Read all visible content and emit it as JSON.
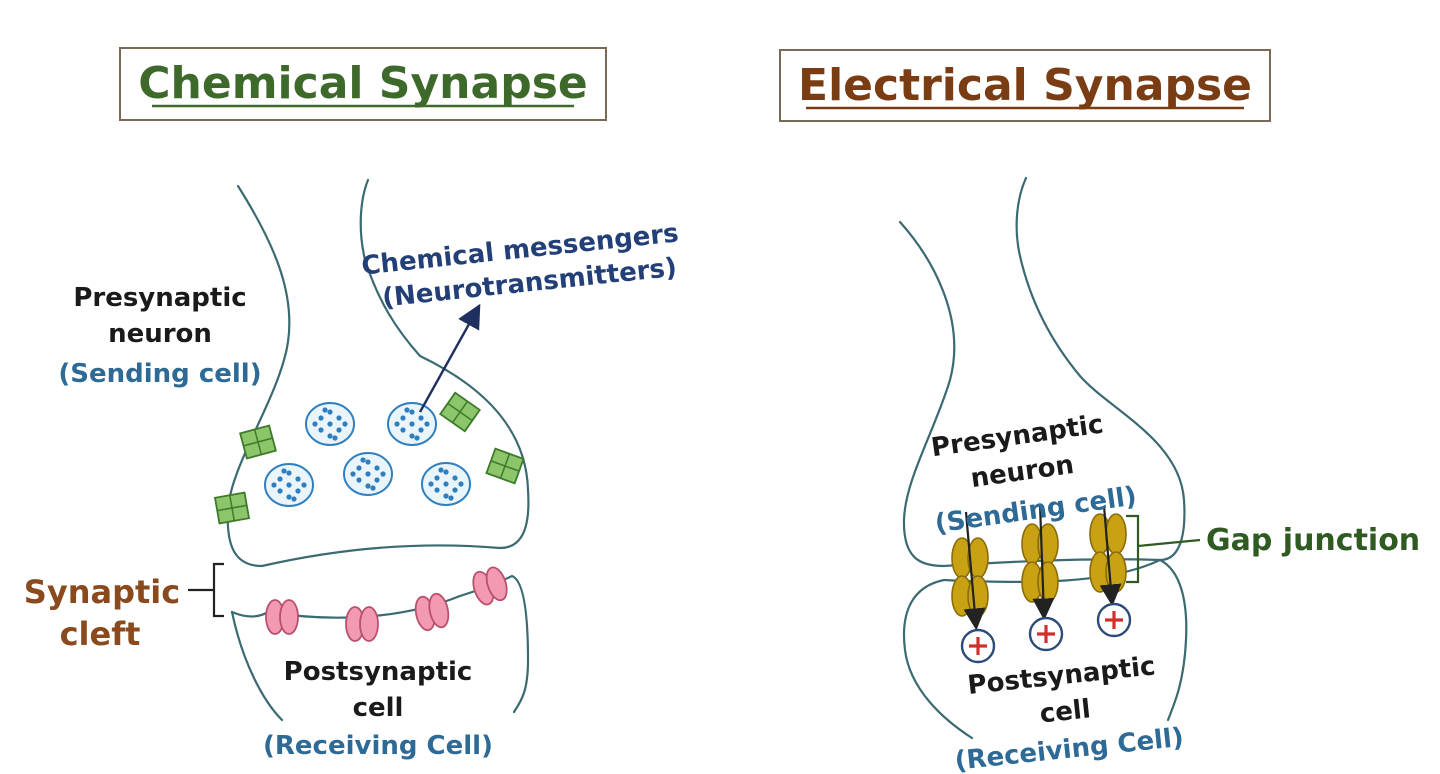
{
  "chemical": {
    "title": "Chemical Synapse",
    "presynaptic": [
      "Presynaptic",
      "neuron",
      "(Sending cell)"
    ],
    "messengers": [
      "Chemical messengers",
      "(Neurotransmitters)"
    ],
    "cleft": [
      "Synaptic",
      "cleft"
    ],
    "postsynaptic": [
      "Postsynaptic",
      "cell",
      "(Receiving Cell)"
    ]
  },
  "electrical": {
    "title": "Electrical Synapse",
    "presynaptic": [
      "Presynaptic",
      "neuron",
      "(Sending cell)"
    ],
    "gap_junction": "Gap junction",
    "postsynaptic": [
      "Postsynaptic",
      "cell",
      "(Receiving Cell)"
    ]
  },
  "colors": {
    "chemical_title": "#3d6a2a",
    "electrical_title": "#7a3c12",
    "membrane": "#3b6a72",
    "vesicle": "#2f7fbf",
    "receptor_green": "#8cc56a",
    "receptor_pink": "#f29ab2",
    "gap_protein": "#c9a214",
    "ion_plus": "#d0302b"
  }
}
